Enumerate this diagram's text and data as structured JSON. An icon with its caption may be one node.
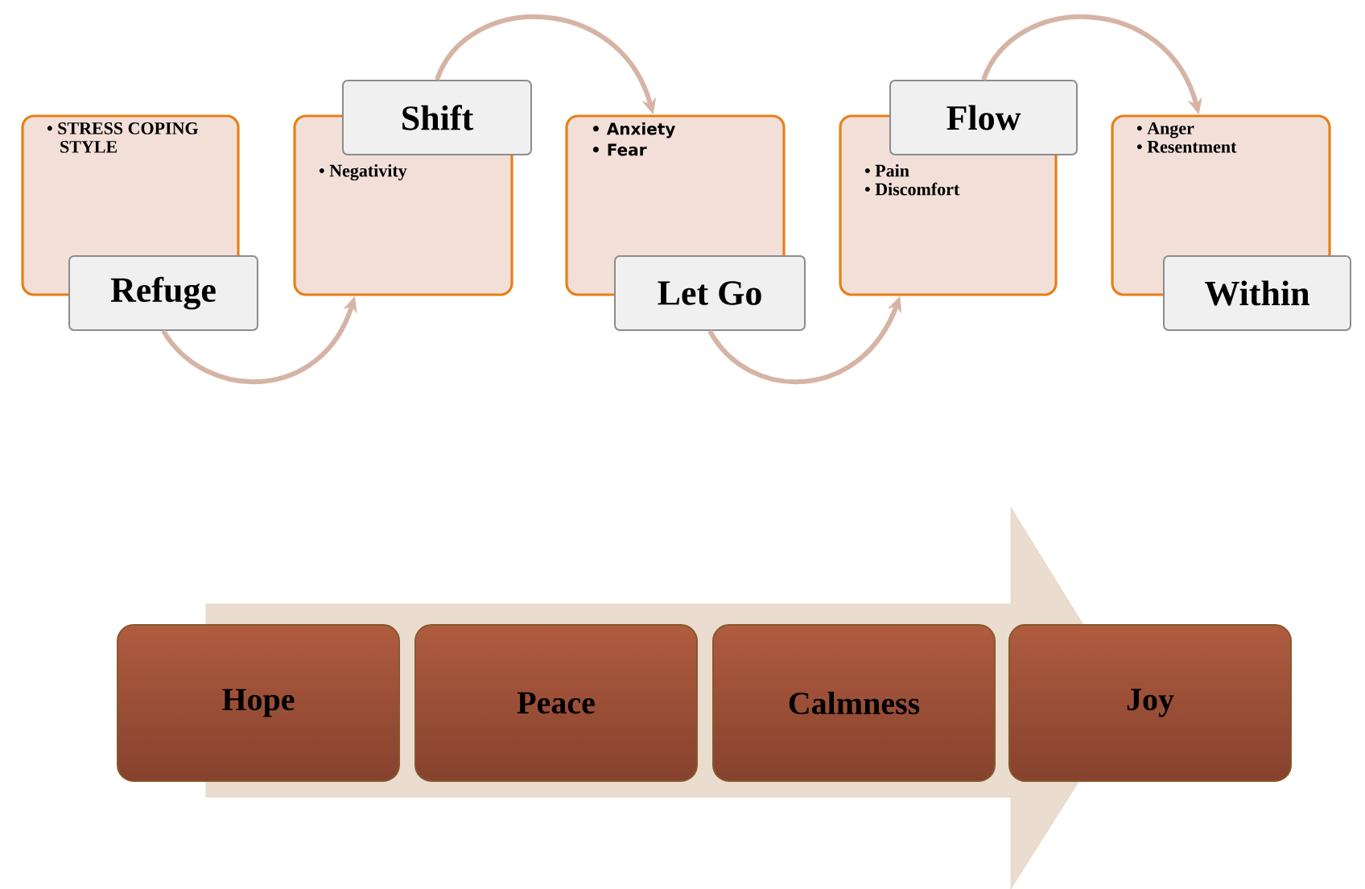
{
  "diagram": {
    "nodes": [
      {
        "text": [
          "• STRESS COPING STYLE"
        ]
      },
      {
        "text": [
          "Refuge"
        ]
      },
      {
        "text": [
          "• Negativity"
        ]
      },
      {
        "text": [
          "Shift"
        ]
      },
      {
        "text": [
          "• Anxiety",
          "• Fear"
        ]
      },
      {
        "text": [
          "Let Go"
        ]
      },
      {
        "text": [
          "• Pain",
          "• Discomfort"
        ]
      },
      {
        "text": [
          "Flow"
        ]
      },
      {
        "text": [
          "• Anger",
          "• Resentment"
        ]
      },
      {
        "text": [
          "Within"
        ]
      },
      {
        "text": [
          "Hope"
        ]
      },
      {
        "text": [
          "Peace"
        ]
      },
      {
        "text": [
          "Calmness"
        ]
      },
      {
        "text": [
          "Joy"
        ]
      }
    ],
    "edges": [
      {
        "from": 1,
        "to": 2,
        "arrow": "to"
      },
      {
        "from": 3,
        "to": 4,
        "arrow": "to"
      },
      {
        "from": 5,
        "to": 6,
        "arrow": "to"
      },
      {
        "from": 7,
        "to": 8,
        "arrow": "to"
      }
    ]
  }
}
